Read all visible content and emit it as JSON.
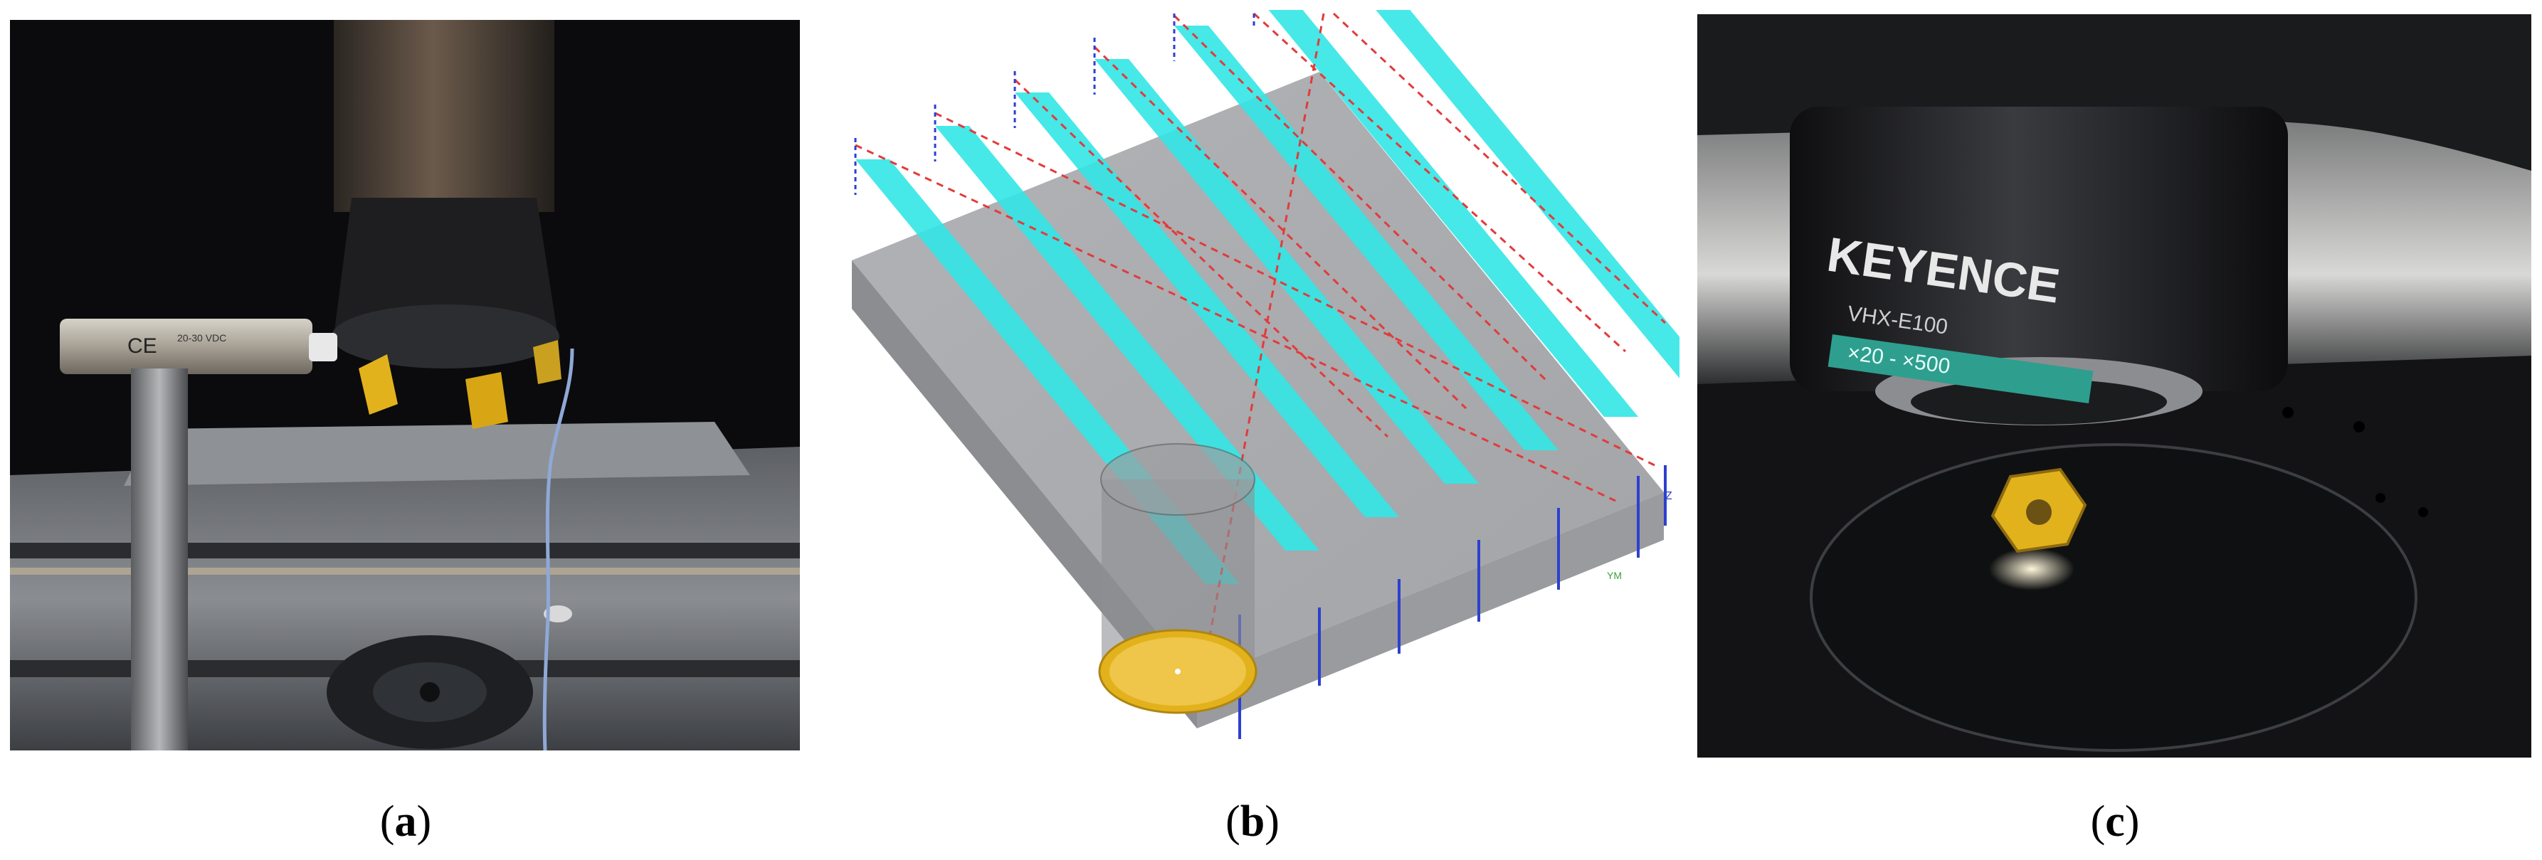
{
  "figure": {
    "panels": [
      {
        "caption_open": "(",
        "caption_letter": "a",
        "caption_close": ")",
        "photo_text": [
          "CE",
          "20-30 VDC"
        ]
      },
      {
        "caption_open": "(",
        "caption_letter": "b",
        "caption_close": ")",
        "axis_labels": [
          "Z",
          "YM"
        ]
      },
      {
        "caption_open": "(",
        "caption_letter": "c",
        "caption_close": ")",
        "photo_text": [
          "KEYENCE",
          "VHX-E100",
          "×20 - ×500"
        ]
      }
    ]
  },
  "colors": {
    "pass_band": "#33e6e6",
    "tool_path": "#e23b3b",
    "insert_gold": "#e2b21d",
    "workpiece": "#a8aaad",
    "background_dark": "#0b0b0d"
  }
}
